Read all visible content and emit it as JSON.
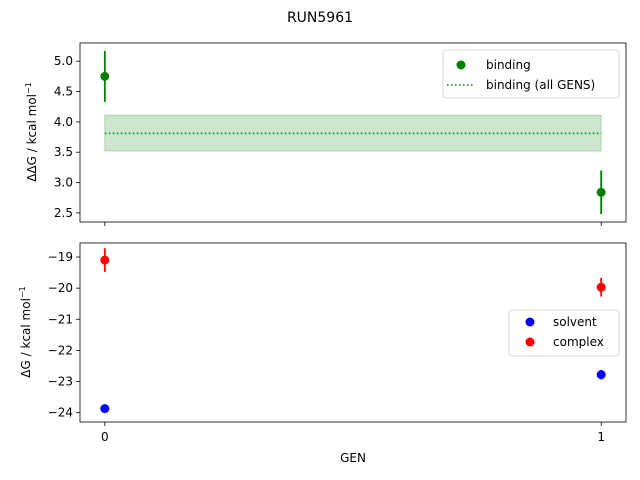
{
  "figure": {
    "title": "RUN5961"
  },
  "colors": {
    "binding": "#008000",
    "solvent": "#0000ff",
    "complex": "#ff0000",
    "band": "#008000"
  },
  "chart_data": [
    {
      "type": "scatter",
      "ylabel_text": "ΔΔG / kcal mol",
      "ylabel_sup": "−1",
      "xlim": [
        -0.05,
        1.05
      ],
      "ylim": [
        2.35,
        5.3
      ],
      "xticks": [
        0,
        1
      ],
      "yticks": [
        2.5,
        3.0,
        3.5,
        4.0,
        4.5,
        5.0
      ],
      "ytick_labels": [
        "2.5",
        "3.0",
        "3.5",
        "4.0",
        "4.5",
        "5.0"
      ],
      "series": [
        {
          "name": "binding",
          "x": [
            0,
            1
          ],
          "y": [
            4.75,
            2.84
          ],
          "err": [
            0.42,
            0.36
          ]
        }
      ],
      "line": {
        "name": "binding (all GENS)",
        "y": 3.81,
        "band": [
          3.52,
          4.11
        ],
        "x": [
          0,
          1
        ]
      },
      "legend_loc": "upper right"
    },
    {
      "type": "scatter",
      "ylabel_text": "ΔG / kcal mol",
      "ylabel_sup": "−1",
      "xlabel": "GEN",
      "xlim": [
        -0.05,
        1.05
      ],
      "ylim": [
        -24.3,
        -18.55
      ],
      "xticks": [
        0,
        1
      ],
      "xtick_labels": [
        "0",
        "1"
      ],
      "yticks": [
        -24,
        -23,
        -22,
        -21,
        -20,
        -19
      ],
      "ytick_labels": [
        "−24",
        "−23",
        "−22",
        "−21",
        "−20",
        "−19"
      ],
      "series": [
        {
          "name": "solvent",
          "x": [
            0,
            1
          ],
          "y": [
            -23.87,
            -22.78
          ],
          "err": [
            0.13,
            0.15
          ]
        },
        {
          "name": "complex",
          "x": [
            0,
            1
          ],
          "y": [
            -19.1,
            -19.97
          ],
          "err": [
            0.38,
            0.3
          ]
        }
      ],
      "legend_loc": "center right"
    }
  ]
}
